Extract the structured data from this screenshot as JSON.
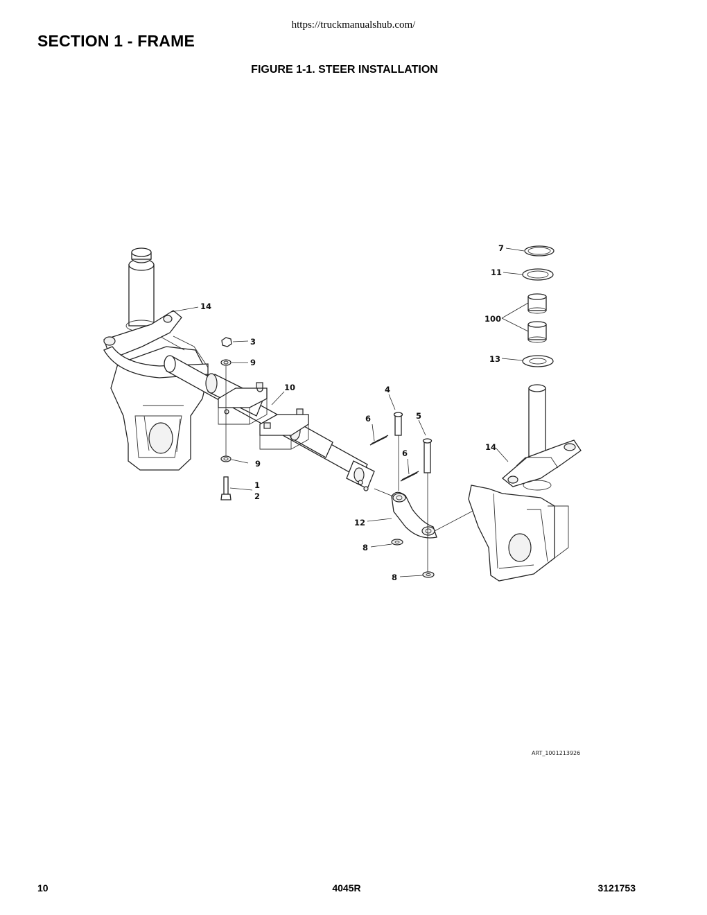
{
  "header": {
    "url": "https://truckmanualshub.com/",
    "section_title": "SECTION 1 - FRAME",
    "figure_title": "FIGURE 1-1. STEER INSTALLATION"
  },
  "diagram": {
    "callouts": {
      "c7": "7",
      "c11": "11",
      "c100": "100",
      "c13": "13",
      "c14_left": "14",
      "c14_right": "14",
      "c3": "3",
      "c9_top": "9",
      "c9_bottom": "9",
      "c10": "10",
      "c4": "4",
      "c5": "5",
      "c6_left": "6",
      "c6_right": "6",
      "c1": "1",
      "c2": "2",
      "c12": "12",
      "c8_left": "8",
      "c8_bottom": "8"
    },
    "art_number": "ART_1001213926"
  },
  "footer": {
    "page_number": "10",
    "model": "4045R",
    "doc_number": "3121753"
  }
}
